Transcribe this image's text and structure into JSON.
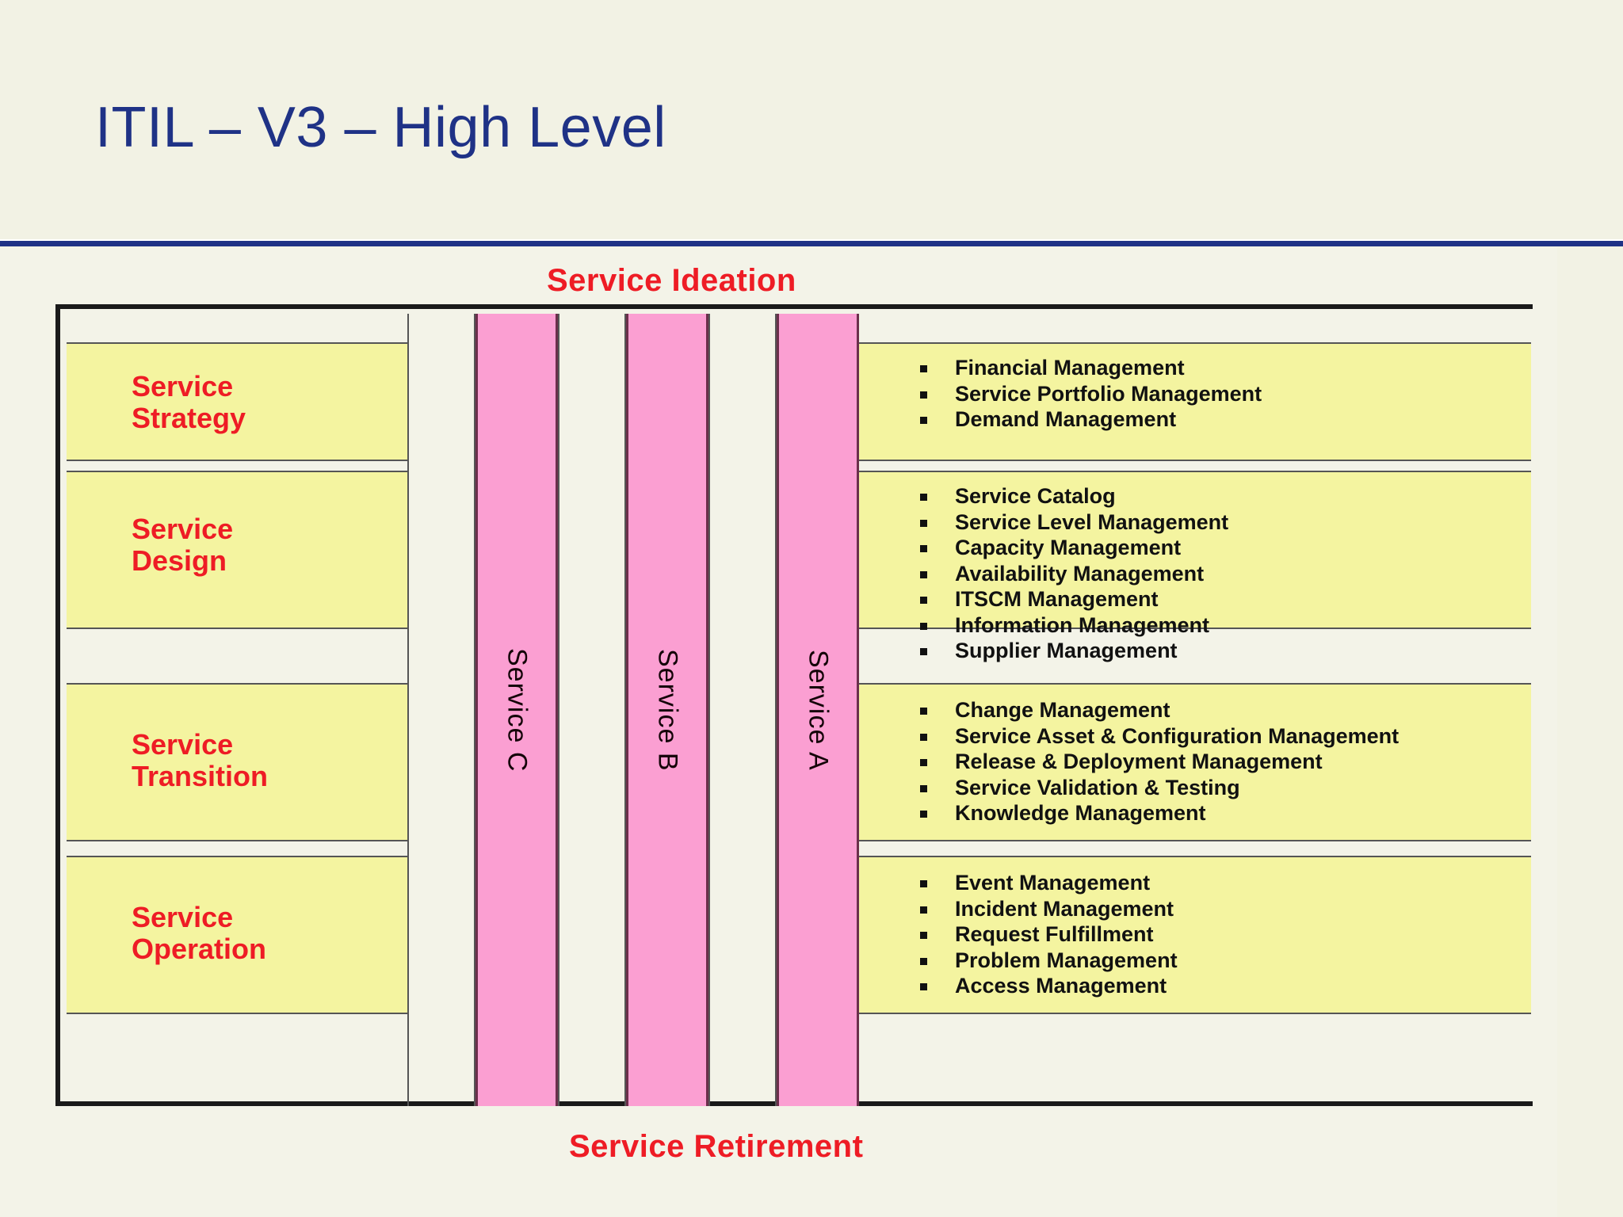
{
  "slide": {
    "title": "ITIL – V3 – High Level",
    "title_color": "#1f3286",
    "background_color": "#f2f2e4",
    "rule_color": "#1f3286"
  },
  "diagram": {
    "type": "matrix",
    "top_caption": "Service Ideation",
    "bottom_caption": "Service Retirement",
    "caption_color": "#ee1c25",
    "stage_label_color": "#ee1c25",
    "stage_band_color": "#f4f4a0",
    "service_column_color": "#fb9fd2",
    "stages": [
      {
        "name": "Service\nStrategy",
        "processes": [
          "Financial Management",
          "Service Portfolio Management",
          "Demand Management"
        ]
      },
      {
        "name": "Service\nDesign",
        "processes": [
          "Service Catalog",
          "Service Level Management",
          "Capacity Management",
          "Availability Management",
          "ITSCM Management",
          "Information Management",
          "Supplier Management"
        ]
      },
      {
        "name": "Service\nTransition",
        "processes": [
          "Change Management",
          "Service Asset & Configuration Management",
          "Release & Deployment Management",
          "Service Validation & Testing",
          "Knowledge Management"
        ]
      },
      {
        "name": "Service\nOperation",
        "processes": [
          "Event Management",
          "Incident Management",
          "Request Fulfillment",
          "Problem Management",
          "Access Management"
        ]
      }
    ],
    "service_columns": [
      {
        "label": "Service C"
      },
      {
        "label": "Service B"
      },
      {
        "label": "Service A"
      }
    ]
  }
}
